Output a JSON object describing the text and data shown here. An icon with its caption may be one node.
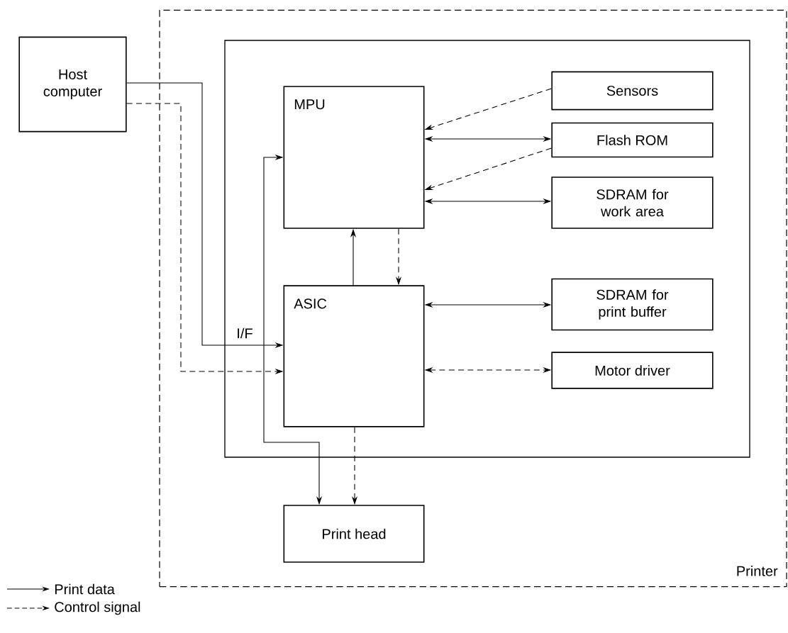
{
  "diagram": {
    "nodes": [
      {
        "text": [
          "Printer"
        ]
      },
      {
        "text": [],
        "shape": "box",
        "in": 0
      },
      {
        "text": [
          "Host computer"
        ]
      },
      {
        "text": [
          "MPU"
        ],
        "in": 1
      },
      {
        "text": [
          "Sensors"
        ],
        "in": 1
      },
      {
        "text": [
          "Flash ROM"
        ],
        "in": 1
      },
      {
        "text": [
          "SDRAM for work area"
        ],
        "in": 1
      },
      {
        "text": [
          "ASIC"
        ],
        "in": 1
      },
      {
        "text": [
          "SDRAM for print buffer"
        ],
        "in": 1
      },
      {
        "text": [
          "Motor driver"
        ],
        "in": 1
      },
      {
        "text": [
          "Print head"
        ],
        "in": 0
      }
    ],
    "edges": [
      {
        "from": 2,
        "to": 7,
        "arrow": "to",
        "label": "I/F"
      },
      {
        "from": 2,
        "to": 7,
        "arrow": "to",
        "style": "dashed"
      },
      {
        "from": 3,
        "to": 10,
        "arrow": "both"
      },
      {
        "from": 4,
        "to": 3,
        "arrow": "to",
        "style": "dashed"
      },
      {
        "from": 3,
        "to": 5,
        "arrow": "both"
      },
      {
        "from": 5,
        "to": 3,
        "arrow": "to",
        "style": "dashed"
      },
      {
        "from": 3,
        "to": 6,
        "arrow": "both"
      },
      {
        "from": 7,
        "to": 3,
        "arrow": "to"
      },
      {
        "from": 3,
        "to": 7,
        "arrow": "to",
        "style": "dashed"
      },
      {
        "from": 7,
        "to": 8,
        "arrow": "both"
      },
      {
        "from": 7,
        "to": 9,
        "arrow": "both",
        "style": "dashed"
      },
      {
        "from": 7,
        "to": 10,
        "arrow": "to",
        "style": "dashed"
      }
    ],
    "legend": [
      {
        "text": "Print data"
      },
      {
        "text": "Control signal"
      }
    ]
  }
}
